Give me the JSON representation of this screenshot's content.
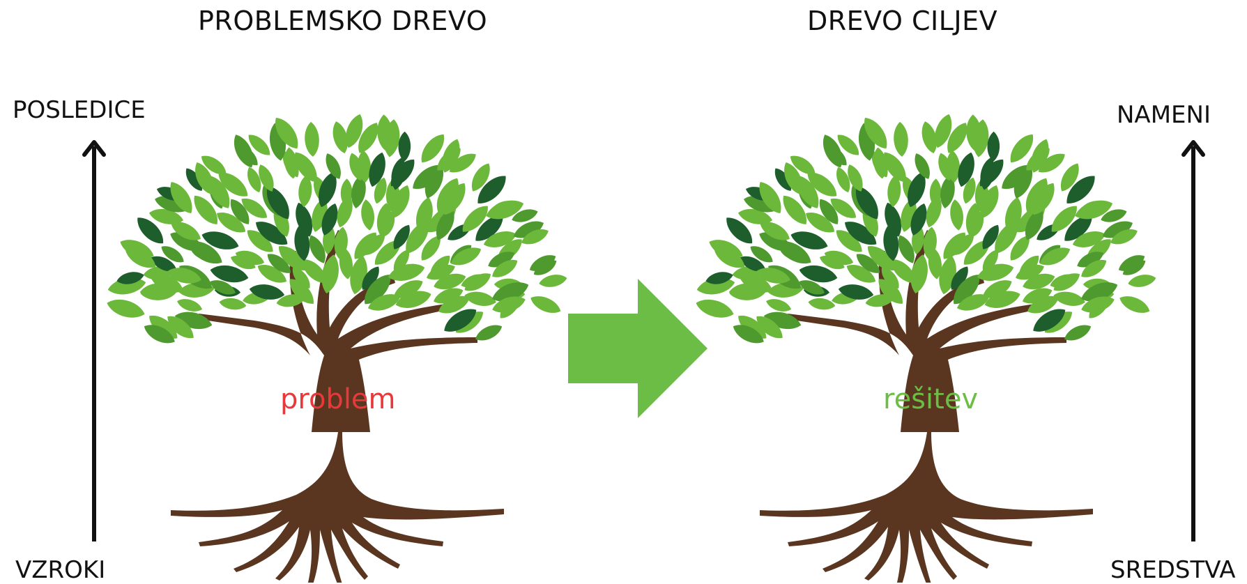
{
  "left": {
    "title": "PROBLEMSKO DREVO",
    "top_label": "POSLEDICE",
    "bottom_label": "VZROKI",
    "tree_word": "problem",
    "tree_word_color": "#e8393a"
  },
  "right": {
    "title": "DREVO CILJEV",
    "top_label": "NAMENI",
    "bottom_label": "SREDSTVA",
    "tree_word": "rešitev",
    "tree_word_color": "#6cbd45"
  },
  "colors": {
    "trunk": "#5a3620",
    "leaf_light": "#6cb83b",
    "leaf_mid": "#4f9a2e",
    "leaf_dark": "#1e5e2c",
    "arrow": "#6cbd45",
    "axis": "#111111"
  }
}
